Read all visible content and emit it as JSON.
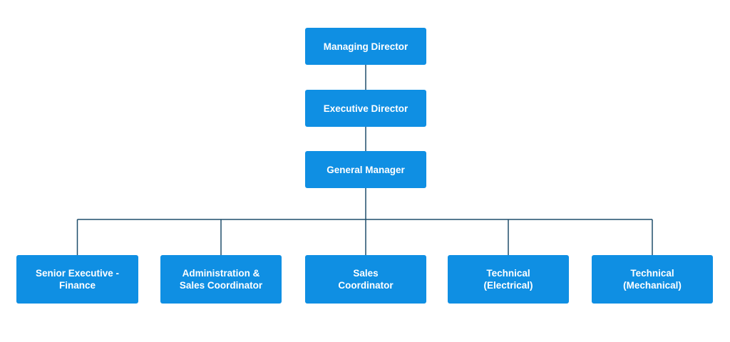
{
  "colors": {
    "node_fill": "#0f8fe3",
    "node_text": "#ffffff",
    "connector": "#1f4e6b",
    "background": "#ffffff"
  },
  "nodes": {
    "managing_director": {
      "line1": "Managing Director"
    },
    "executive_director": {
      "line1": "Executive Director"
    },
    "general_manager": {
      "line1": "General Manager"
    },
    "senior_executive_finance": {
      "line1": "Senior Executive -",
      "line2": "Finance"
    },
    "admin_sales_coordinator": {
      "line1": "Administration &",
      "line2": "Sales Coordinator"
    },
    "sales_coordinator": {
      "line1": "Sales",
      "line2": "Coordinator"
    },
    "technical_electrical": {
      "line1": "Technical",
      "line2": "(Electrical)"
    },
    "technical_mechanical": {
      "line1": "Technical",
      "line2": "(Mechanical)"
    }
  }
}
